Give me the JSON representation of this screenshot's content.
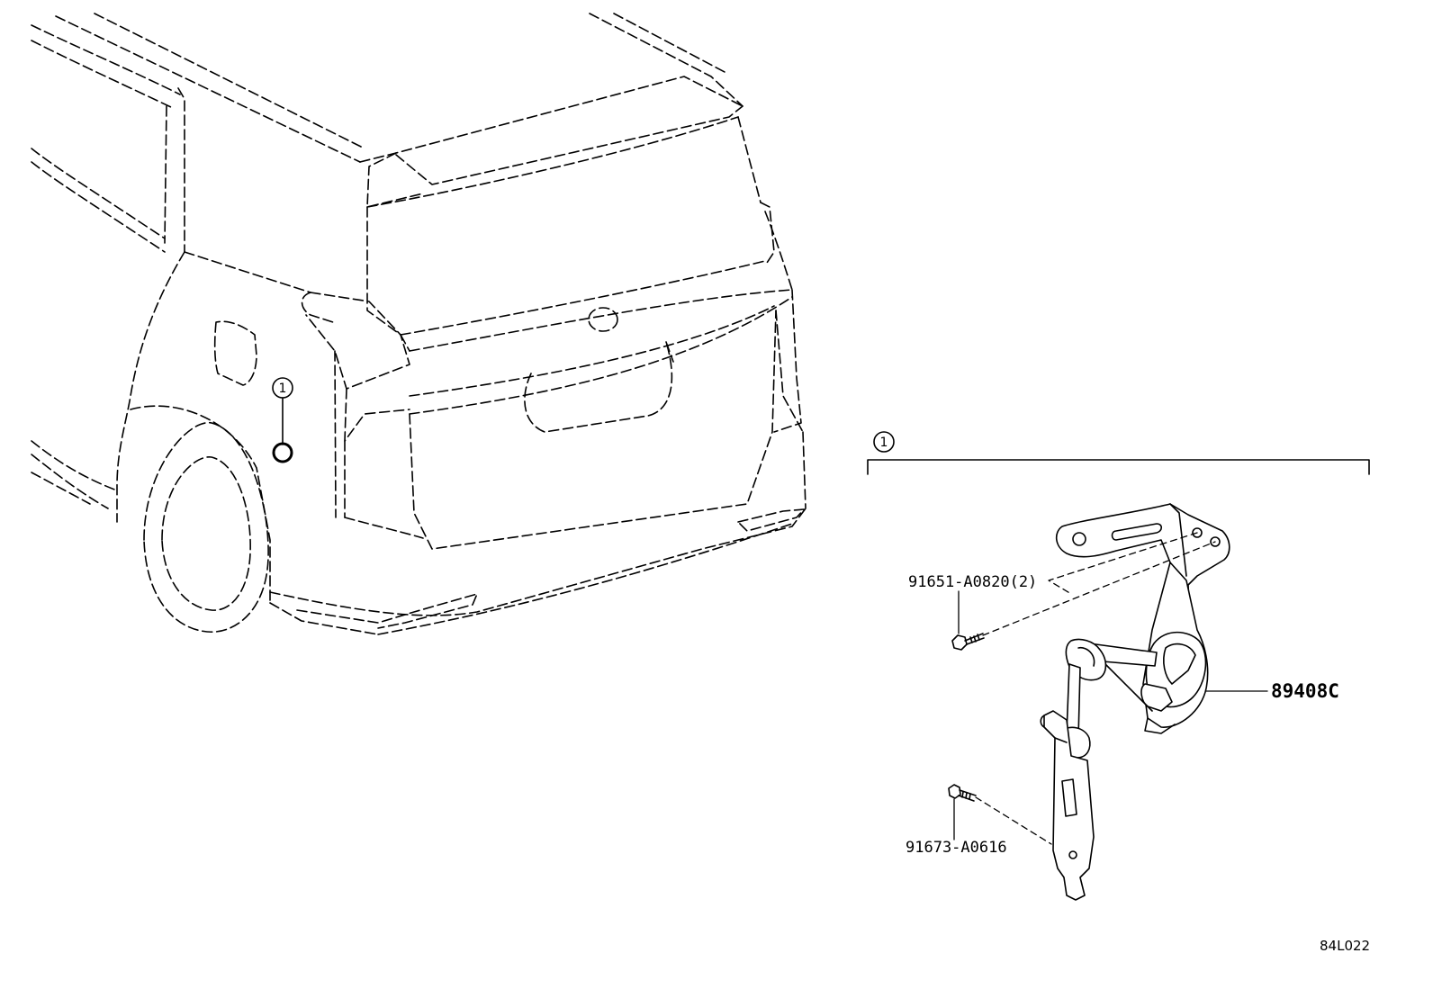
{
  "callouts": {
    "vehicle_marker": "1",
    "assembly_marker": "1"
  },
  "parts": {
    "bolt_top": "91651-A0820(2)",
    "bolt_bottom": "91673-A0616",
    "sensor": "89408C"
  },
  "diagram_ref": "84L022"
}
